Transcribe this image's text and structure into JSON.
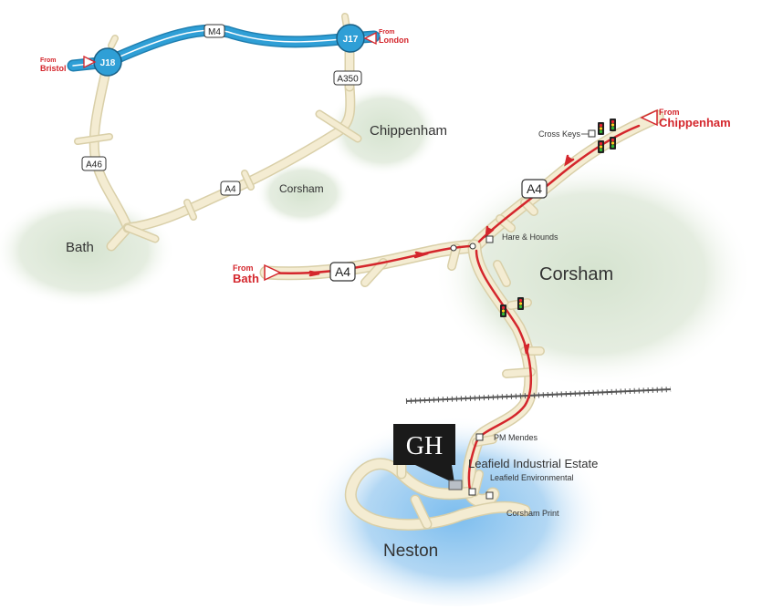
{
  "towns": {
    "bath": "Bath",
    "chippenham": "Chippenham",
    "corsham_small": "Corsham",
    "corsham_large": "Corsham",
    "neston": "Neston"
  },
  "roads": {
    "m4": "M4",
    "a350": "A350",
    "a46": "A46",
    "a4_overview": "A4",
    "a4_main_west": "A4",
    "a4_main_north": "A4"
  },
  "junctions": {
    "j18": "J18",
    "j17": "J17"
  },
  "from_labels": {
    "from_word": "From",
    "bristol": "Bristol",
    "london": "London",
    "chippenham": "Chippenham",
    "bath": "Bath"
  },
  "landmarks": {
    "cross_keys": "Cross Keys",
    "hare_hounds": "Hare & Hounds",
    "pm_mendes": "PM Mendes",
    "leafield_estate": "Leafield Industrial Estate",
    "leafield_environmental": "Leafield Environmental",
    "corsham_print": "Corsham Print"
  },
  "marker": {
    "label": "GH"
  },
  "colors": {
    "road_fill": "#f4ecd2",
    "road_edge": "#d9cfa8",
    "motorway": "#2f9fd6",
    "route_red": "#d4262c",
    "green_area": "#e3ecdf",
    "blue_area": "#a8d2f0",
    "marker_bg": "#1a1a1a"
  }
}
